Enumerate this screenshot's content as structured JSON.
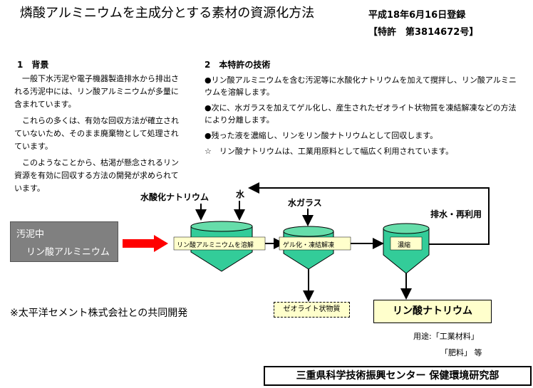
{
  "header": {
    "title": "燐酸アルミニウムを主成分とする素材の資源化方法",
    "registration_date": "平成18年6月16日登録",
    "patent": "【特許　第3814672号】"
  },
  "background": {
    "heading": "1　背景",
    "paragraphs": [
      "　一般下水汚泥や電子機器製造排水から排出される汚泥中には、リン酸アルミニウムが多量に含まれています。",
      "　これらの多くは、有効な回収方法が確立されていないため、そのまま廃棄物として処理されています。",
      "　このようなことから、枯渇が懸念されるリン資源を有効に回収する方法の開発が求められています。"
    ]
  },
  "technology": {
    "heading": "2　本特許の技術",
    "points": [
      "●リン酸アルミニウムを含む汚泥等に水酸化ナトリウムを加えて撹拌し、リン酸アルミニウムを溶解します。",
      "●次に、水ガラスを加えてゲル化し、産生されたゼオライト状物質を凍結解凍などの方法により分離します。",
      "●残った液を濃縮し、リンをリン酸ナトリウムとして回収します。",
      "☆　リン酸ナトリウムは、工業用原料として幅広く利用されています。"
    ]
  },
  "diagram": {
    "source_line1": "汚泥中",
    "source_line2": "リン酸アルミニウム",
    "input_naoh": "水酸化ナトリウム",
    "input_water": "水",
    "input_waterglass": "水ガラス",
    "recycle_label": "排水・再利用",
    "tank1_label": "リン酸アルミニウムを溶解",
    "tank2_label": "ゲル化・凍結解凍",
    "tank3_label": "濃縮",
    "byproduct": "ゼオライト状物質",
    "product": "リン酸ナトリウム",
    "uses_line1": "用途:「工業材料」",
    "uses_line2": "「肥料」 等",
    "colors": {
      "tank": "#33cc99",
      "tank_rim": "#66ddaa",
      "arrow": "#ff0000",
      "source_box": "#808080",
      "label_fill": "#ffffcc"
    }
  },
  "footer": {
    "joint_dev": "※太平洋セメント株式会社との共同開発",
    "organization": "三重県科学技術振興センター 保健環境研究部"
  }
}
